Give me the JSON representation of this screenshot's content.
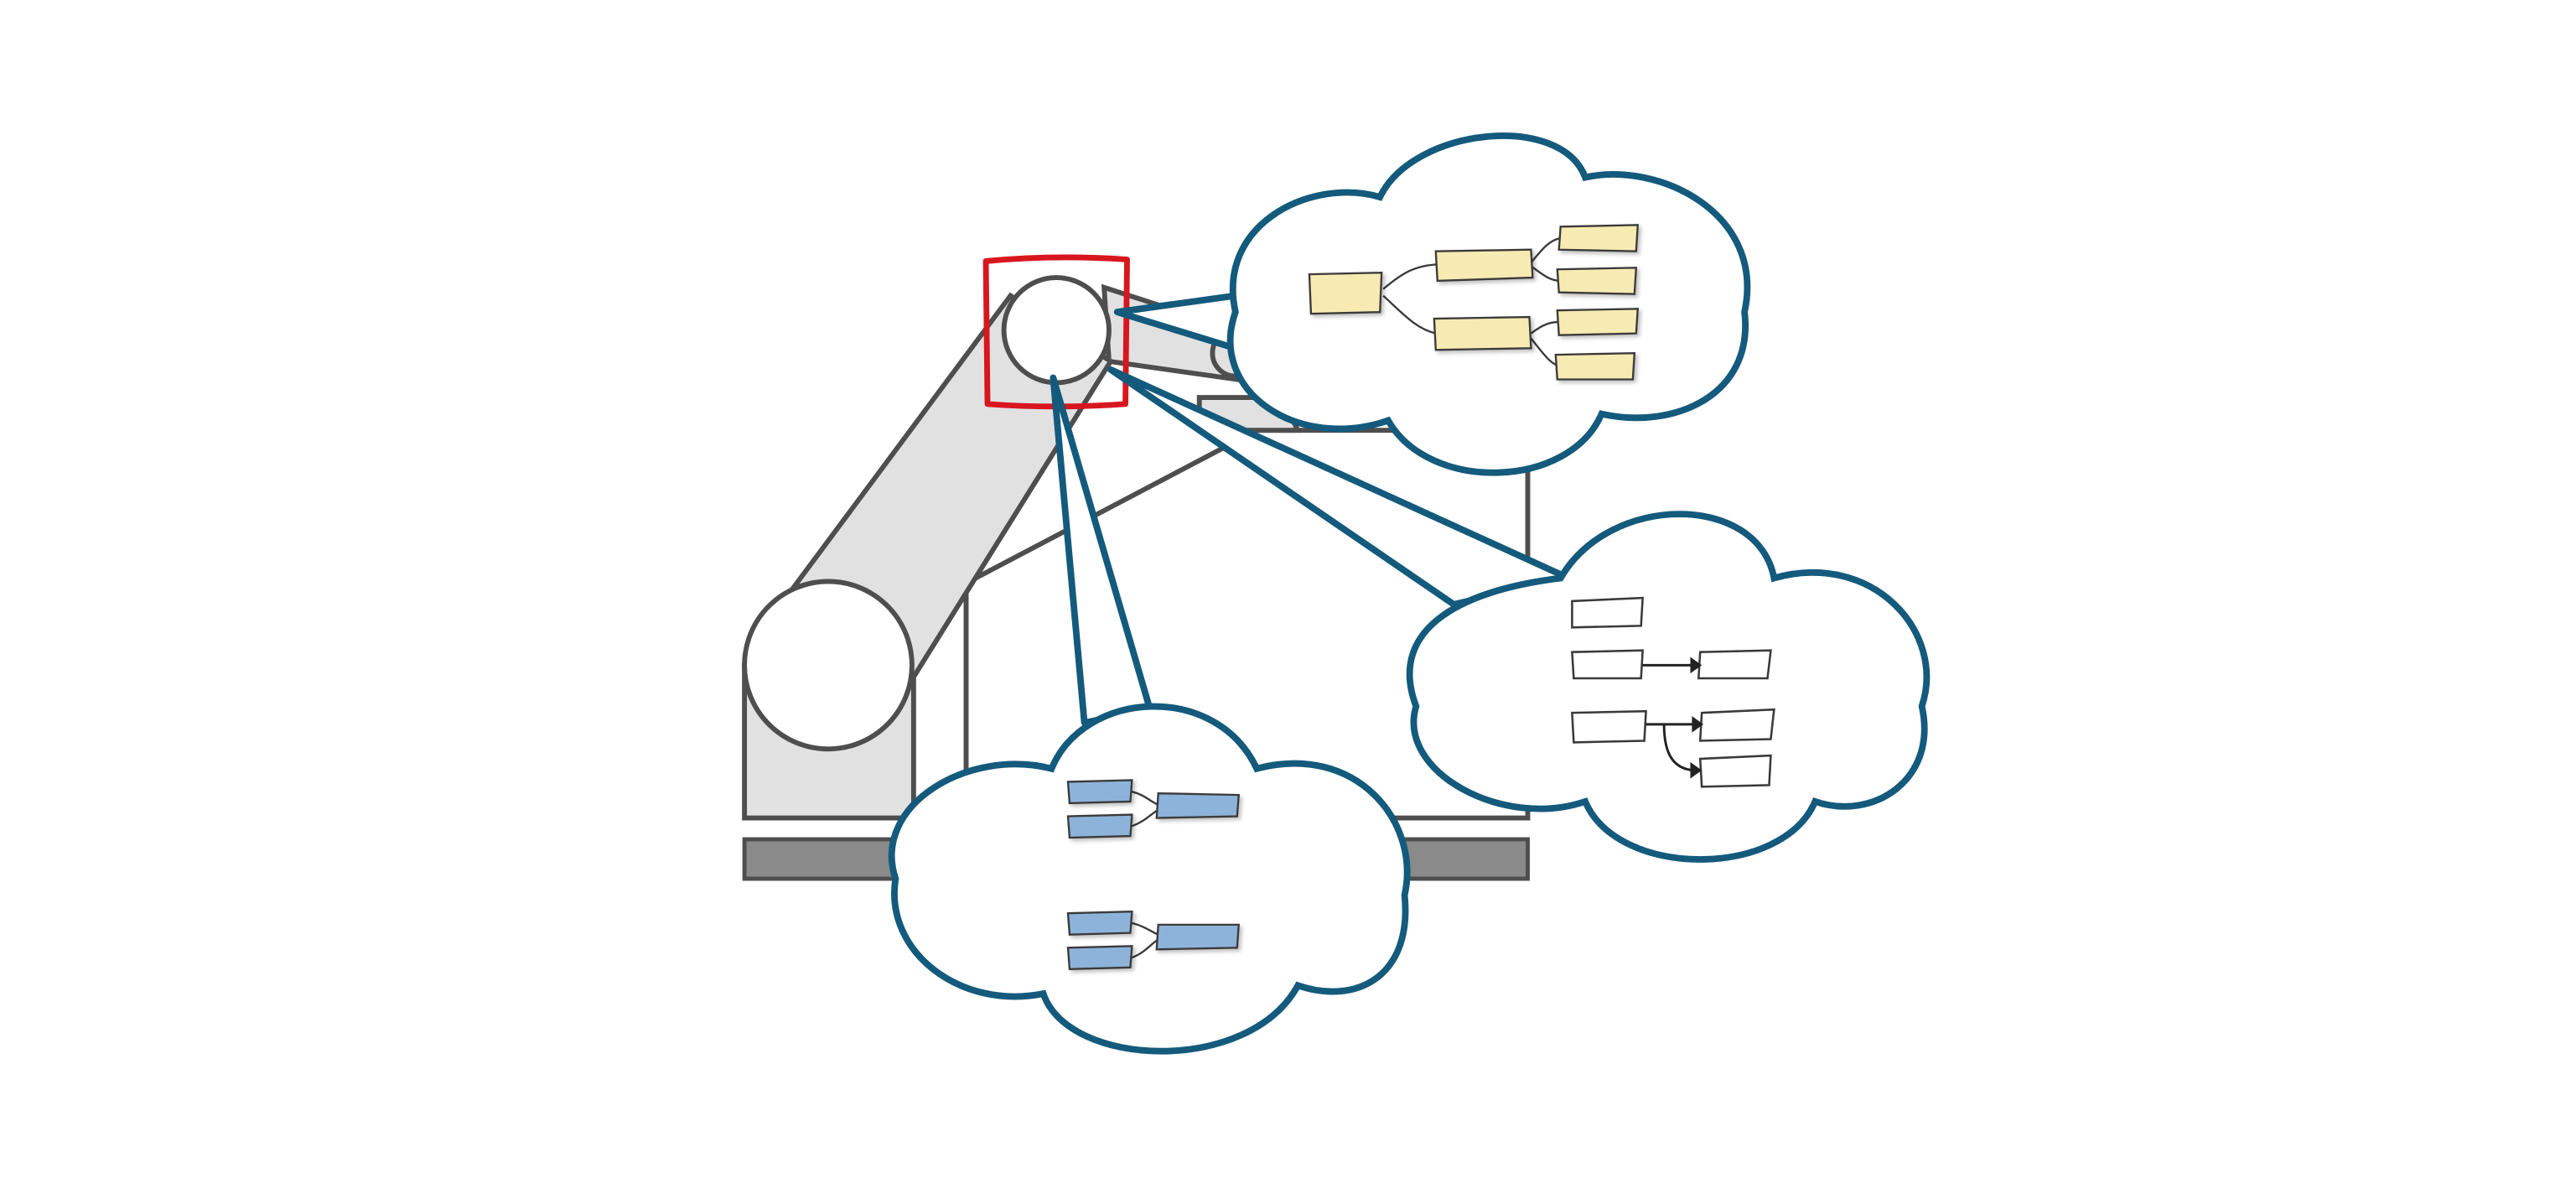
{
  "diagram": {
    "colors": {
      "background": "#ffffff",
      "robot_fill": "#e1e1e1",
      "robot_stroke": "#4e4e4e",
      "base_bar": "#8a8a8a",
      "highlight": "#d8161e",
      "callout_stroke": "#145a7c",
      "callout_fill": "#ffffff",
      "yellow_node": "#f7ebb3",
      "blue_node": "#8eb3da",
      "outline_node": "#ffffff",
      "connector": "#3a3a3a"
    },
    "callouts": [
      {
        "name": "yellow-tree-cloud",
        "node_style": "yellow",
        "layout": "two-level-tree"
      },
      {
        "name": "flow-cloud",
        "node_style": "outline",
        "layout": "arrow-flow"
      },
      {
        "name": "blue-pairs-cloud",
        "node_style": "blue",
        "layout": "paired-groups"
      }
    ]
  }
}
